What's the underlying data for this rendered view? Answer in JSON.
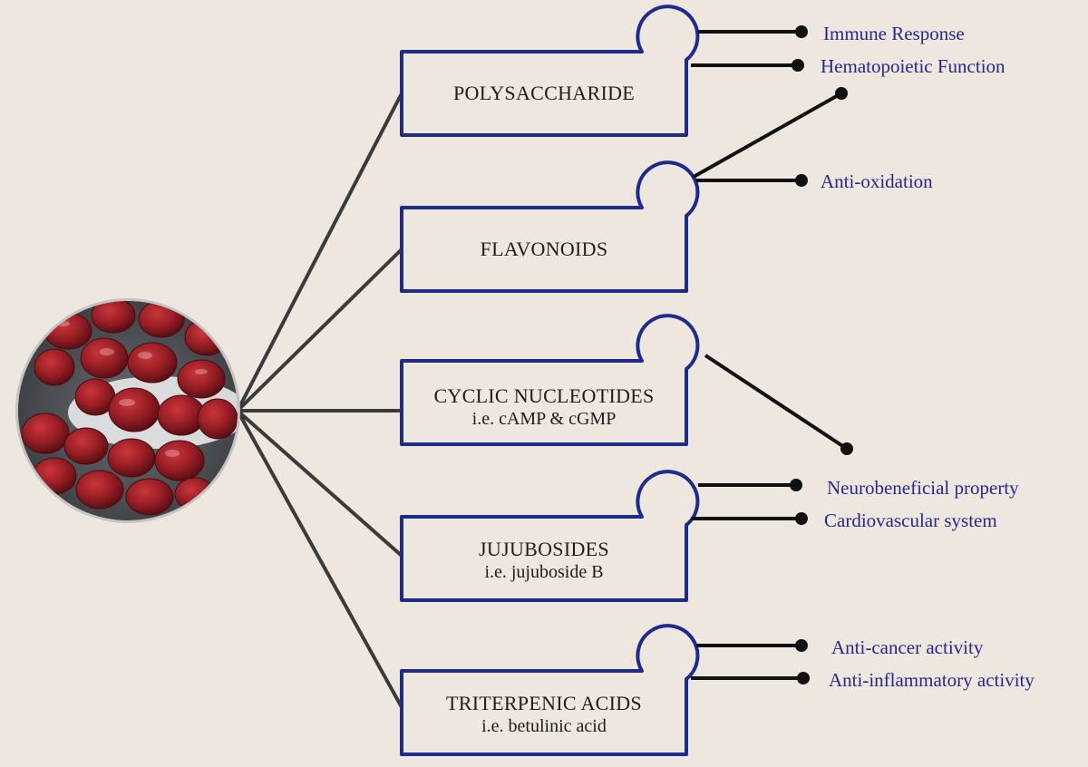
{
  "colors": {
    "background": "#ede7df",
    "box_border": "#1e2a8c",
    "label_text": "#27288a",
    "connector": "#3a3a3a",
    "box_text": "#1d1d1d"
  },
  "image": {
    "subject": "jujube-fruit-photo"
  },
  "boxes": [
    {
      "title": "POLYSACCHARIDE",
      "subtitle": "",
      "effects": [
        "Immune Response",
        "Hematopoietic Function"
      ]
    },
    {
      "title": "FLAVONOIDS",
      "subtitle": "",
      "effects": [
        "",
        "Anti-oxidation"
      ]
    },
    {
      "title": "CYCLIC NUCLEOTIDES",
      "subtitle": "i.e. cAMP & cGMP",
      "effects": [
        ""
      ]
    },
    {
      "title": "JUJUBOSIDES",
      "subtitle": "i.e. jujuboside B",
      "effects": [
        "Neurobeneficial property",
        "Cardiovascular system"
      ]
    },
    {
      "title": "TRITERPENIC ACIDS",
      "subtitle": "i.e. betulinic acid",
      "effects": [
        "Anti-cancer activity",
        "Anti-inflammatory activity"
      ]
    }
  ]
}
